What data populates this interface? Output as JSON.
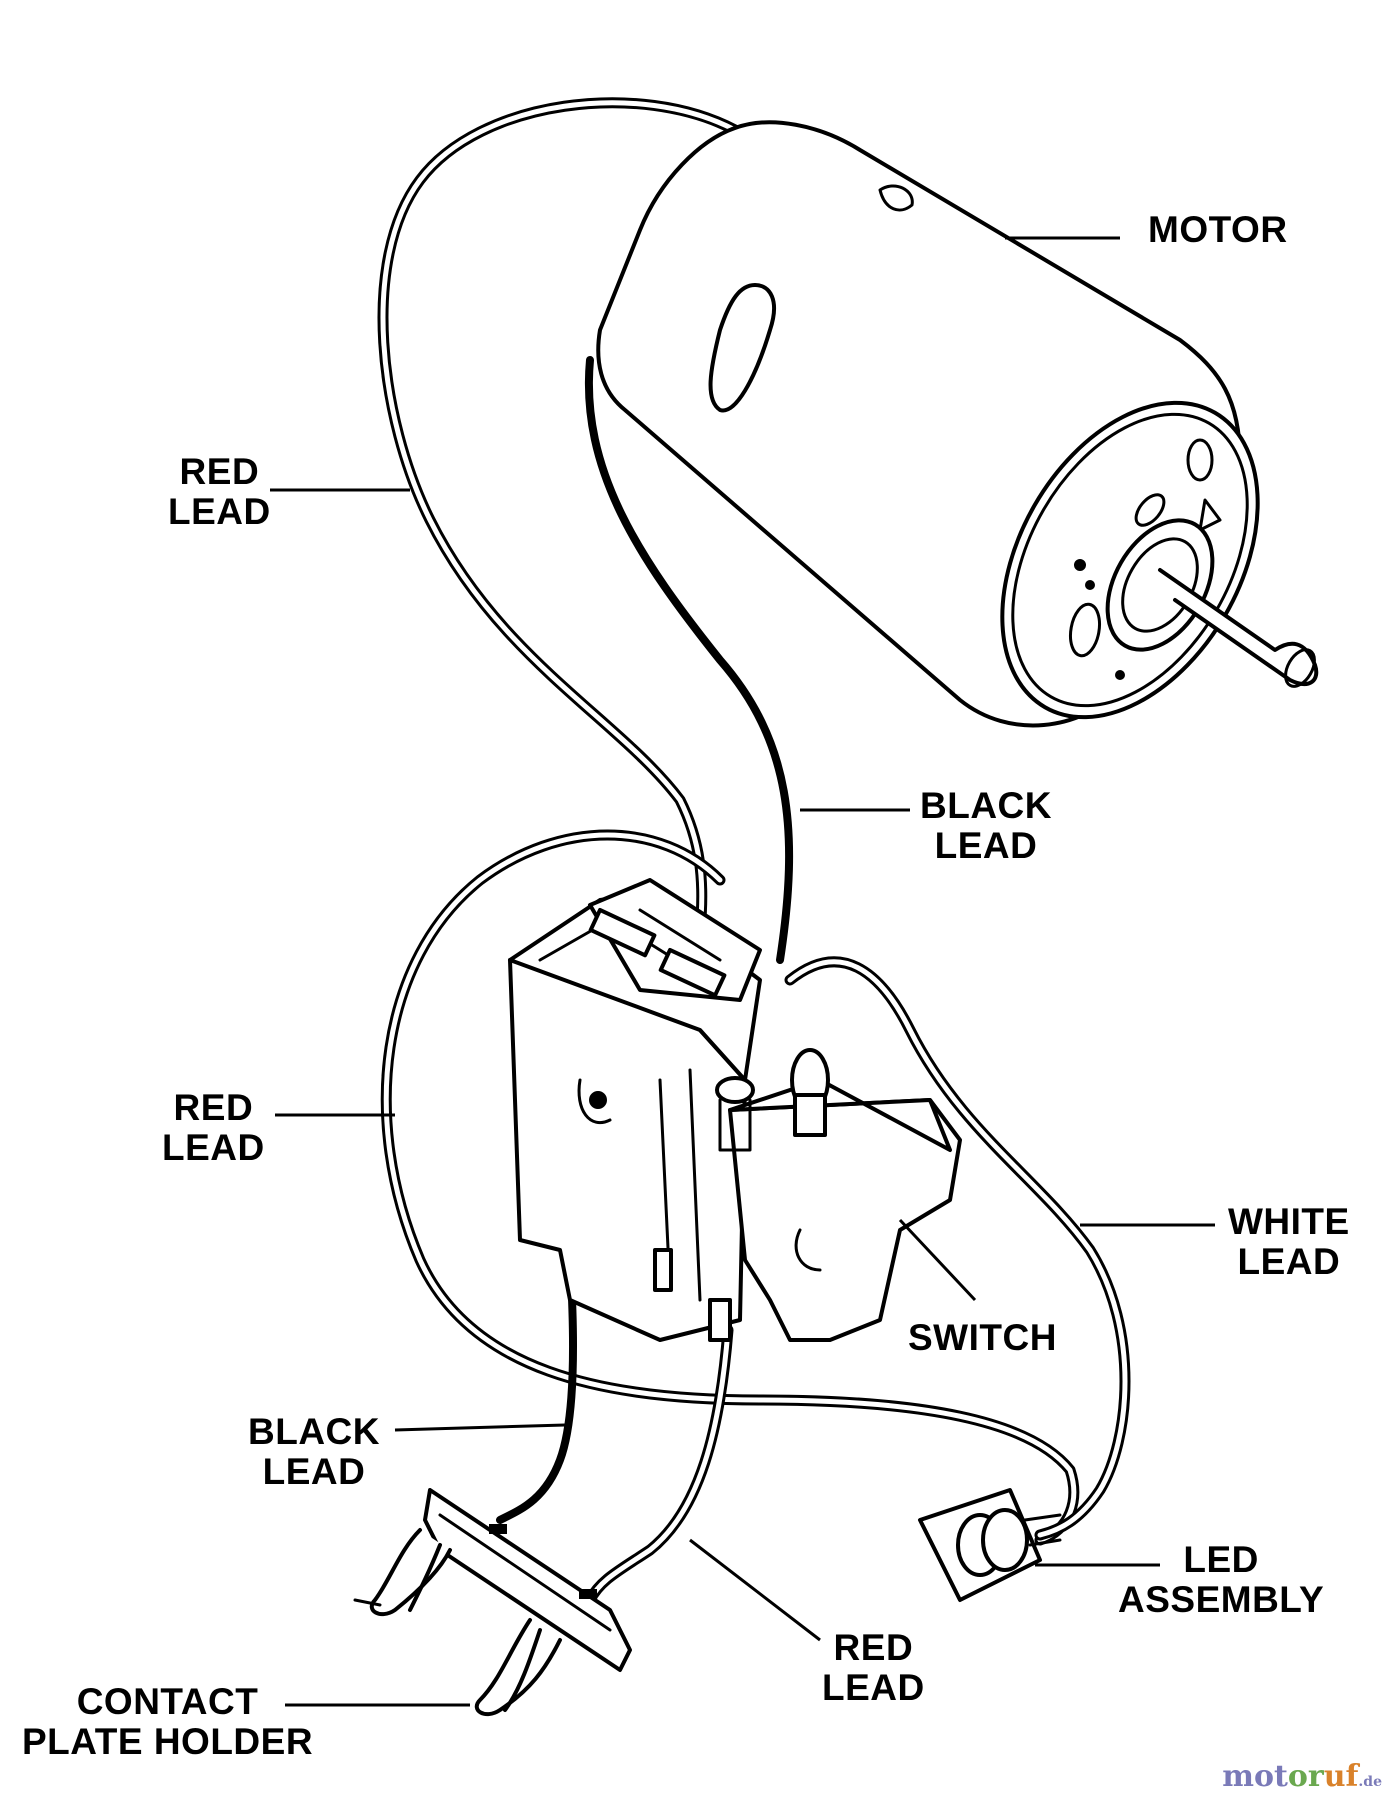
{
  "diagram": {
    "labels": {
      "motor": [
        "MOTOR"
      ],
      "red_lead_top": [
        "RED",
        "LEAD"
      ],
      "black_lead_top": [
        "BLACK",
        "LEAD"
      ],
      "red_lead_mid": [
        "RED",
        "LEAD"
      ],
      "white_lead": [
        "WHITE",
        "LEAD"
      ],
      "switch": [
        "SWITCH"
      ],
      "black_lead_bottom": [
        "BLACK",
        "LEAD"
      ],
      "led_assembly": [
        "LED",
        "ASSEMBLY"
      ],
      "red_lead_bottom": [
        "RED",
        "LEAD"
      ],
      "contact_plate_holder": [
        "CONTACT",
        "PLATE HOLDER"
      ]
    }
  },
  "watermark": {
    "text": "motoruf.de",
    "parts": [
      "mot",
      "or",
      "uf",
      ".de"
    ],
    "colors": [
      "#7a7ab8",
      "#6aa84f",
      "#d9822b",
      "#7a7ab8"
    ]
  }
}
